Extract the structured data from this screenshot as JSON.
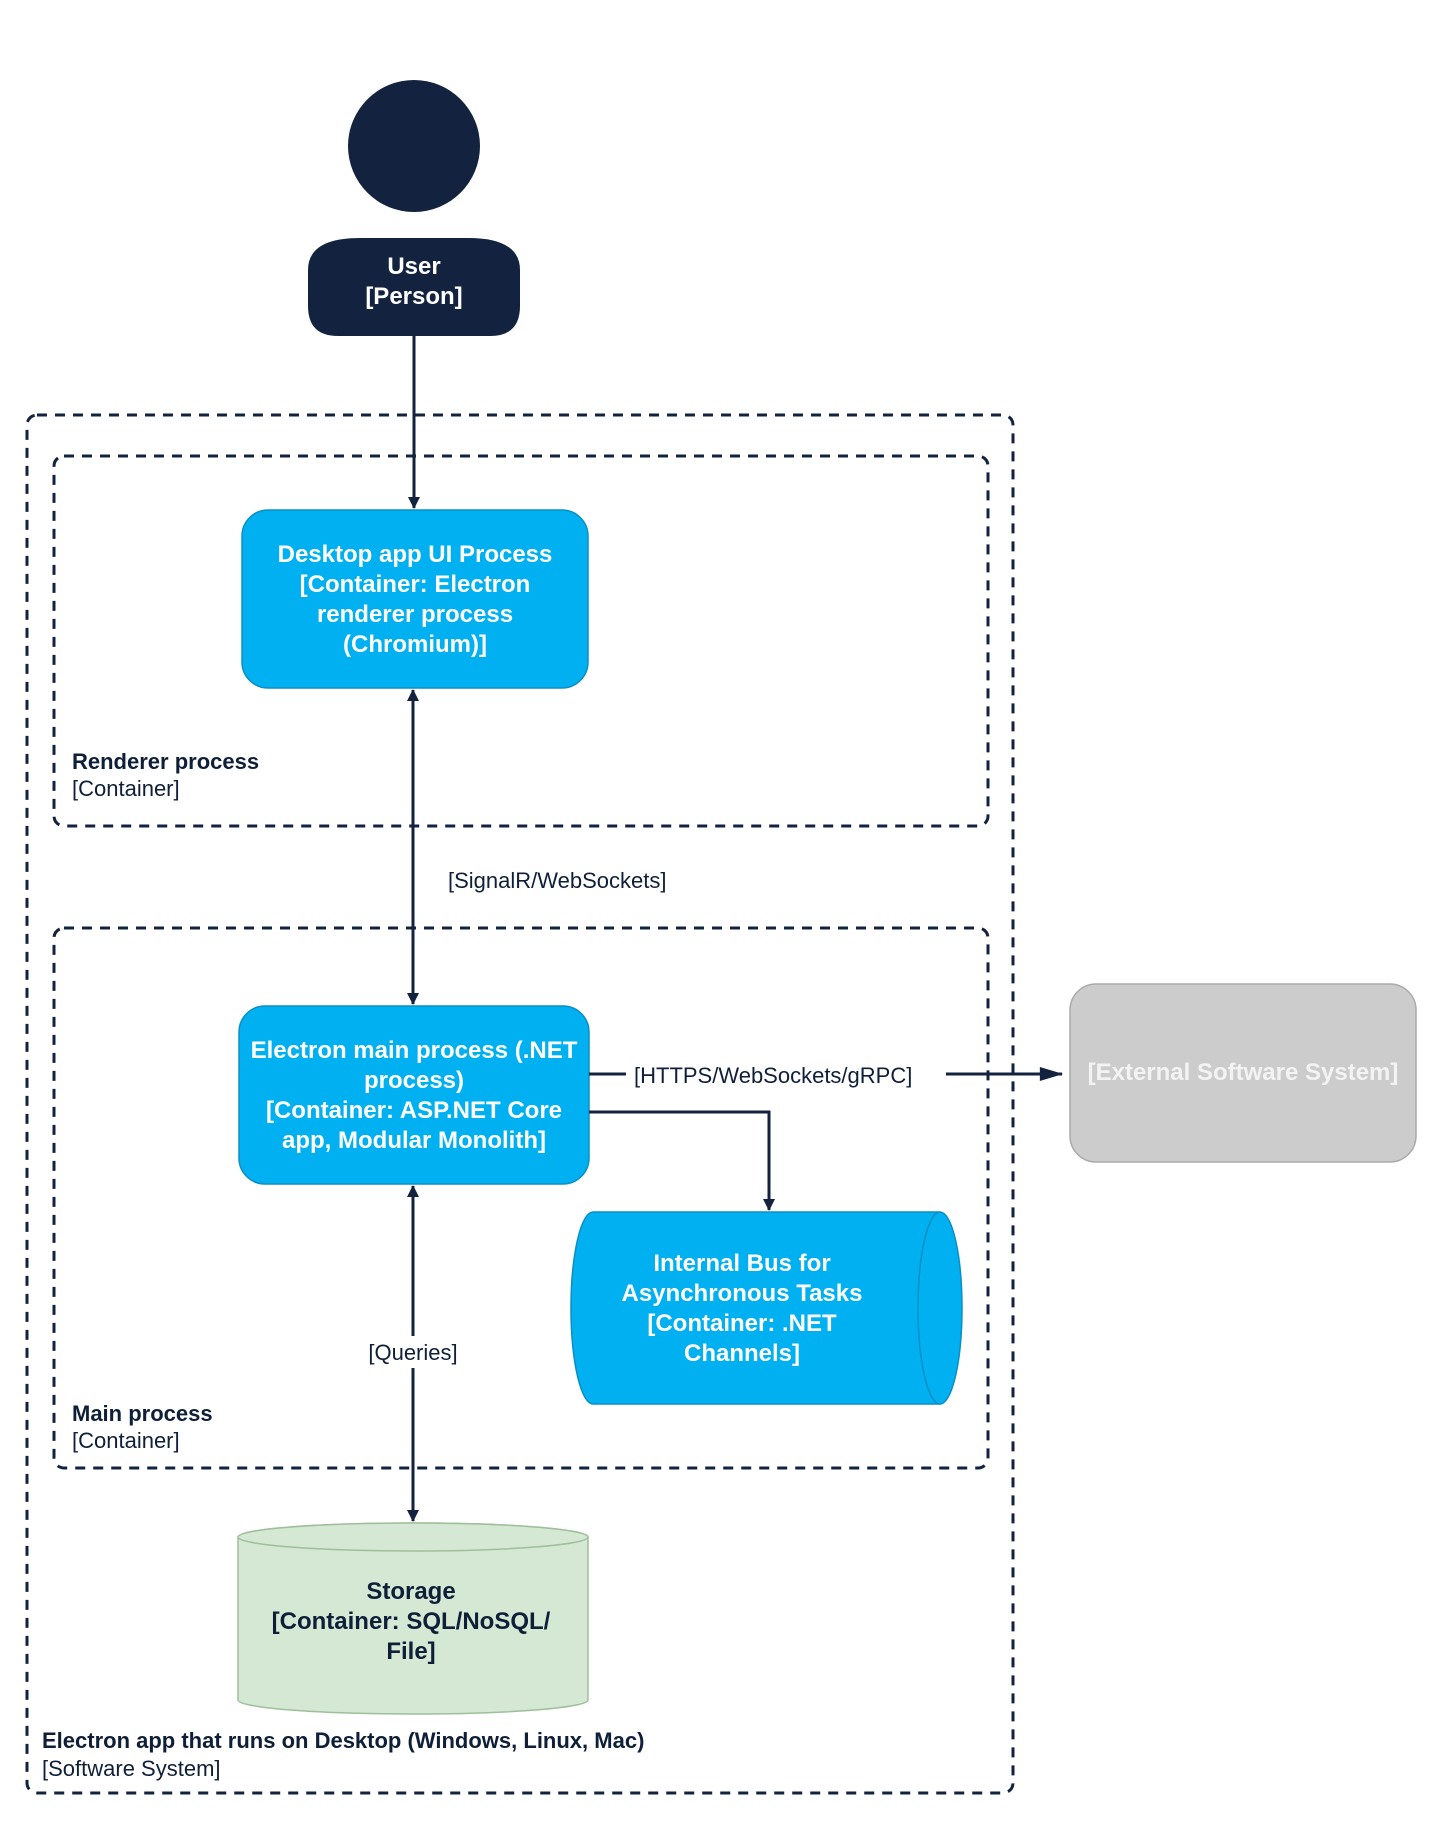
{
  "person": {
    "name": "User",
    "type": "[Person]"
  },
  "system_boundary": {
    "name": "Electron app that runs on Desktop (Windows, Linux, Mac)",
    "type": "[Software System]"
  },
  "renderer_boundary": {
    "name": "Renderer process",
    "type": "[Container]"
  },
  "main_boundary": {
    "name": "Main process",
    "type": "[Container]"
  },
  "ui_process": {
    "lines": [
      "Desktop app UI Process",
      "[Container: Electron",
      "renderer process",
      "(Chromium)]"
    ],
    "color": "#00b0f0"
  },
  "main_process": {
    "lines": [
      "Electron main process (.NET",
      "process)",
      "[Container: ASP.NET Core",
      "app, Modular Monolith]"
    ],
    "color": "#00b0f0"
  },
  "internal_bus": {
    "lines": [
      "Internal Bus for",
      "Asynchronous Tasks",
      "[Container: .NET",
      "Channels]"
    ],
    "color": "#00b0f0"
  },
  "storage": {
    "lines": [
      "Storage",
      "[Container: SQL/NoSQL/",
      "File]"
    ],
    "color": "#d5e8d4"
  },
  "external_system": {
    "label": "[External Software System]",
    "color": "#cccccc"
  },
  "edges": {
    "ui_main": "[SignalR/WebSockets]",
    "main_external": "[HTTPS/WebSockets/gRPC]",
    "main_storage": "[Queries]"
  },
  "colors": {
    "dark_navy": "#13233f",
    "line": "#13233f"
  }
}
